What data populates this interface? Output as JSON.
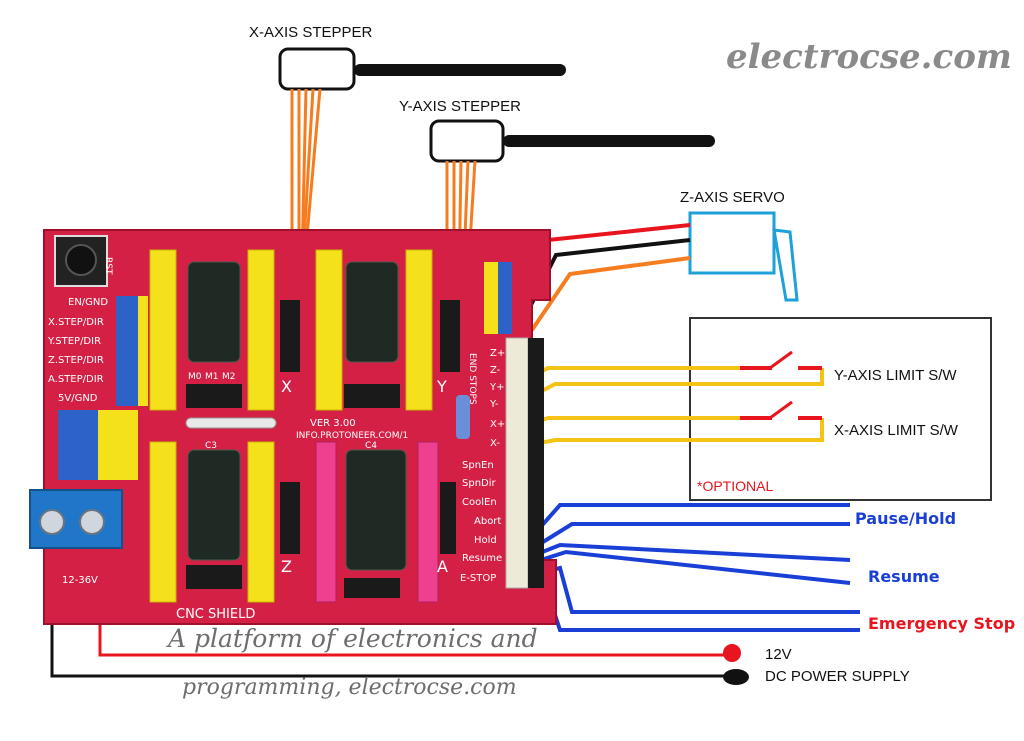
{
  "labels": {
    "x_stepper": "X-AXIS STEPPER",
    "y_stepper": "Y-AXIS STEPPER",
    "z_servo": "Z-AXIS SERVO",
    "y_limit": "Y-AXIS LIMIT S/W",
    "x_limit": "X-AXIS LIMIT S/W",
    "optional": "*OPTIONAL",
    "pause_hold": "Pause/Hold",
    "resume": "Resume",
    "emergency_stop": "Emergency Stop",
    "v12": "12V",
    "dc_supply": "DC POWER SUPPLY"
  },
  "brand": {
    "site": "electrocse.com",
    "tagline_1": "A platform of electronics and",
    "tagline_2": "programming, electrocse.com"
  },
  "board": {
    "name": "CNC SHIELD",
    "version": "VER 3.00",
    "url": "INFO.PROTONEER.COM/1",
    "rst": "RST",
    "voltage": "12-36V",
    "end_stops": "END STOPS",
    "left_pins": [
      "EN/GND",
      "X.STEP/DIR",
      "Y.STEP/DIR",
      "Z.STEP/DIR",
      "A.STEP/DIR",
      "5V/GND"
    ],
    "endstop_pins": [
      "Z+",
      "Z-",
      "Y+",
      "Y-",
      "X+",
      "X-"
    ],
    "control_pins": [
      "SpnEn",
      "SpnDir",
      "CoolEn",
      "Abort",
      "Hold",
      "Resume",
      "E-STOP"
    ],
    "driver_labels": [
      "X",
      "Y",
      "Z",
      "A"
    ],
    "cap_labels": [
      "C3",
      "C4"
    ],
    "ms_labels": [
      "M0",
      "M1",
      "M2"
    ]
  },
  "colors": {
    "board": "#d42045",
    "header_yellow": "#f4e11c",
    "header_pink": "#ef3f8f",
    "wire_orange": "#f57d20",
    "wire_red": "#e8141e",
    "wire_black": "#111111",
    "wire_blue": "#1a3fd6",
    "wire_yellow": "#f5c316",
    "servo_blue": "#1ea1d8"
  }
}
